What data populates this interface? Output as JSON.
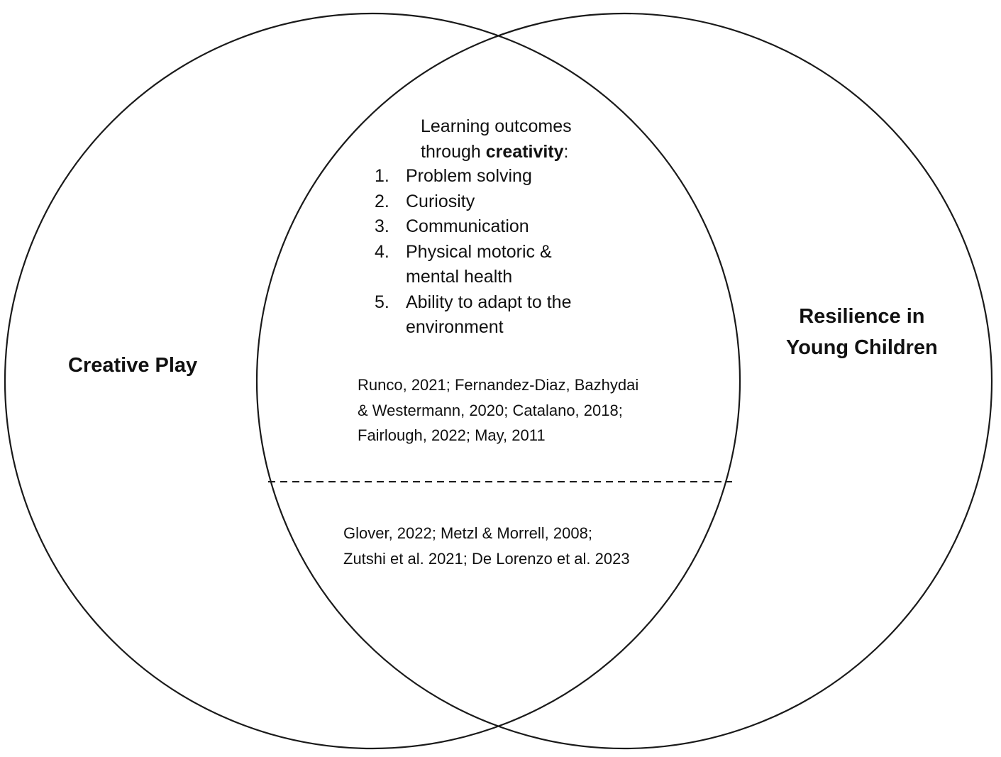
{
  "sets": {
    "left": {
      "title": "Creative Play"
    },
    "right": {
      "title_lines": [
        "Resilience in",
        "Young Children"
      ]
    }
  },
  "overlap": {
    "heading_line1": "Learning outcomes",
    "heading_line2_prefix": "through ",
    "heading_line2_emphasis": "creativity",
    "heading_line2_suffix": ":",
    "outcomes": [
      {
        "number": "1.",
        "lines": [
          "Problem solving"
        ]
      },
      {
        "number": "2.",
        "lines": [
          "Curiosity"
        ]
      },
      {
        "number": "3.",
        "lines": [
          "Communication"
        ]
      },
      {
        "number": "4.",
        "lines": [
          "Physical motoric &",
          "mental health"
        ]
      },
      {
        "number": "5.",
        "lines": [
          "Ability to adapt to the",
          "environment"
        ]
      }
    ],
    "upper_citations": [
      "Runco, 2021; Fernandez-Diaz, Bazhydai",
      "& Westermann, 2020; Catalano, 2018;",
      "Fairlough, 2022; May, 2011"
    ],
    "lower_citations": [
      "Glover, 2022; Metzl & Morrell, 2008;",
      "Zutshi et al. 2021; De Lorenzo et al. 2023"
    ]
  },
  "colors": {
    "stroke": "#1a1a1a",
    "background": "#ffffff"
  }
}
